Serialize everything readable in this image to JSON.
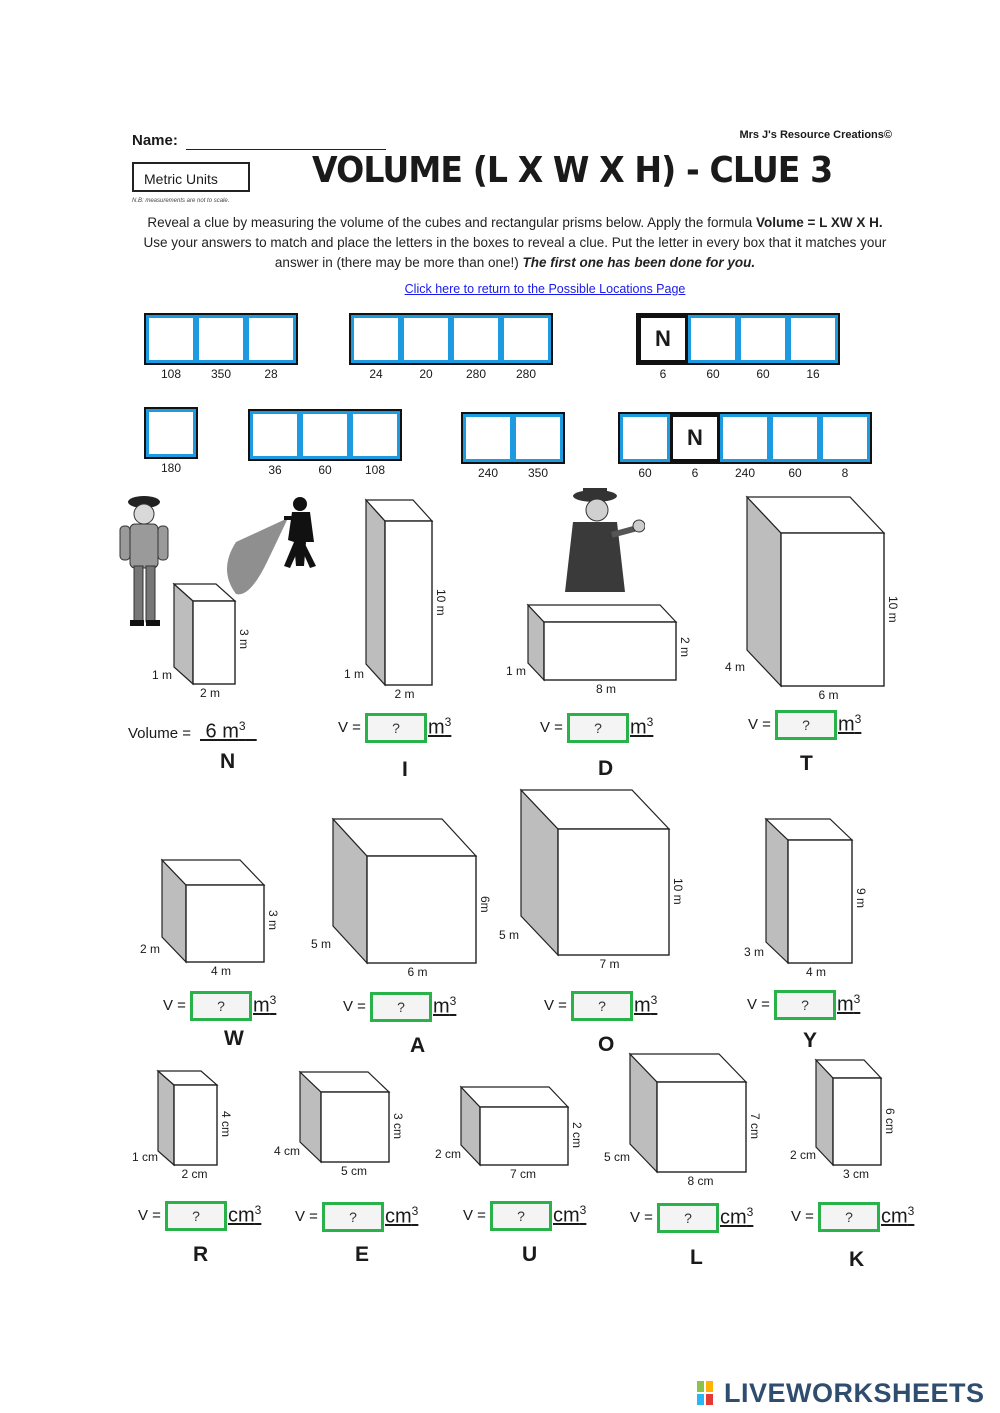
{
  "header": {
    "name_label": "Name:",
    "credit": "Mrs J's Resource Creations©",
    "units": "Metric Units",
    "note": "N.B: measurements are not to scale.",
    "title": "VOLUME (L X W X H) - CLUE 3",
    "link": "Click here to return to the Possible Locations Page"
  },
  "intro": {
    "p1": "Reveal a clue by measuring the volume of the cubes and rectangular prisms below.  Apply the formula ",
    "formula": "Volume = L XW X H.",
    "p2": " Use your answers to match and place the letters  in the boxes to reveal a clue.  Put the letter in every box that it matches your answer in (there may be more than one!) ",
    "done": "The first one has been done for you."
  },
  "code_rows": [
    {
      "groups": [
        {
          "nums": [
            "108",
            "350",
            "28"
          ],
          "letters": [
            "",
            "",
            ""
          ]
        },
        {
          "nums": [
            "24",
            "20",
            "280",
            "280"
          ],
          "letters": [
            "",
            "",
            "",
            ""
          ]
        },
        {
          "nums": [
            "6",
            "60",
            "60",
            "16"
          ],
          "letters": [
            "N",
            "",
            "",
            ""
          ]
        }
      ]
    },
    {
      "groups": [
        {
          "nums": [
            "180"
          ],
          "letters": [
            ""
          ]
        },
        {
          "nums": [
            "36",
            "60",
            "108"
          ],
          "letters": [
            "",
            "",
            ""
          ]
        },
        {
          "nums": [
            "240",
            "350"
          ],
          "letters": [
            "",
            ""
          ]
        },
        {
          "nums": [
            "60",
            "6",
            "240",
            "60",
            "8"
          ],
          "letters": [
            "",
            "N",
            "",
            "",
            ""
          ]
        }
      ]
    }
  ],
  "answer_placeholder": "?",
  "v_label": "V =",
  "volume_example": {
    "label": "Volume =",
    "value": "6 m"
  },
  "unit_m": "m",
  "unit_cm": "cm",
  "shapes": [
    {
      "letter": "N",
      "l": "2 m",
      "w": "1 m",
      "h": "3 m"
    },
    {
      "letter": "I",
      "l": "2 m",
      "w": "1 m",
      "h": "10 m"
    },
    {
      "letter": "D",
      "l": "8 m",
      "w": "1 m",
      "h": "2 m"
    },
    {
      "letter": "T",
      "l": "6 m",
      "w": "4 m",
      "h": "10 m"
    },
    {
      "letter": "W",
      "l": "4 m",
      "w": "2 m",
      "h": "3 m"
    },
    {
      "letter": "A",
      "l": "6 m",
      "w": "5 m",
      "h": "6m"
    },
    {
      "letter": "O",
      "l": "7 m",
      "w": "5 m",
      "h": "10 m"
    },
    {
      "letter": "Y",
      "l": "4 m",
      "w": "3 m",
      "h": "9 m"
    },
    {
      "letter": "R",
      "l": "2 cm",
      "w": "1 cm",
      "h": "4 cm"
    },
    {
      "letter": "E",
      "l": "5 cm",
      "w": "4 cm",
      "h": "3 cm"
    },
    {
      "letter": "U",
      "l": "7 cm",
      "w": "2 cm",
      "h": "2 cm"
    },
    {
      "letter": "L",
      "l": "8 cm",
      "w": "5 cm",
      "h": "7 cm"
    },
    {
      "letter": "K",
      "l": "3 cm",
      "w": "2 cm",
      "h": "6 cm"
    }
  ],
  "footer": {
    "logo_text": "LIVEWORKSHEETS"
  }
}
